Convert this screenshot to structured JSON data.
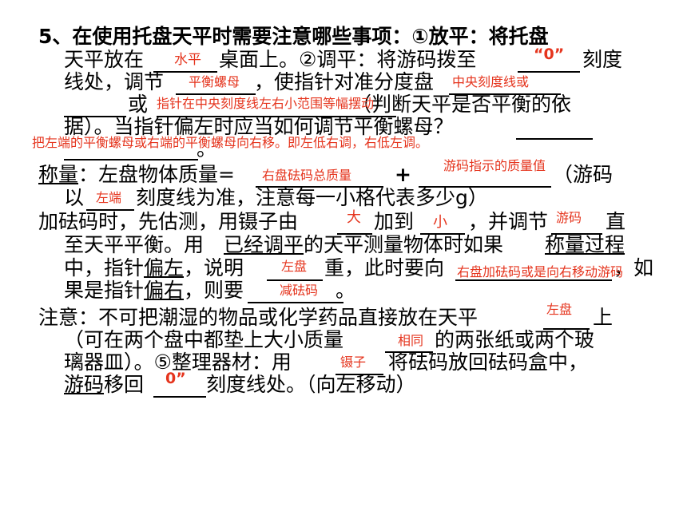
{
  "lines": {
    "l1": "5、在使用托盘天平时需要注意哪些事项：①放平：将托盘",
    "l2a": "天平放在",
    "l2b": "桌面上。②调平：将游码拨至",
    "l2c": "刻度",
    "l3a": "线处，调节",
    "l3b": "，使指针对准分度盘",
    "l4a": "或",
    "l4b": "（判断天平是否平衡的依",
    "l5": "据）。当指针偏左时应当如何调节平衡螺母？",
    "l6": "。",
    "l7a": "称量",
    "l7b": "：左盘物体质量=",
    "l7c": "+",
    "l7d": "（游码",
    "l8a": "以",
    "l8b": "刻度线为准，注意每一小格代表多少g）",
    "l9a": "加砝码时，先估测，用镊子由",
    "l9b": "加到",
    "l9c": "，并调节",
    "l9d": "直",
    "l10a": "至天平平衡。用",
    "l10b": "已经调平",
    "l10c": "的天平测量物体时如果",
    "l10d": "称量过程",
    "l11a": "中，指针",
    "l11b": "偏左",
    "l11c": "，说明",
    "l11d": "重，此时要向",
    "l11e": "，如",
    "l12a": "果是指针",
    "l12b": "偏右",
    "l12c": "，则要",
    "l12d": "。",
    "l13a": "注意：不可把潮湿的物品或化学药品直接放在天平",
    "l13b": "上",
    "l14a": "（可在两个盘中都垫上大小质量",
    "l14b": "的两张纸或两个玻",
    "l15a": "璃器皿）。⑤整理器材：用",
    "l15b": "将砝码放回砝码盒中，",
    "l16a": "游码",
    "l16b": "移回",
    "l16c": "刻度线处。（向左移动）"
  },
  "answers": {
    "a1": "水平",
    "a2": "“0”",
    "a3": "平衡螺母",
    "a4": "中央刻度线或",
    "a5": "指针在中央刻度线左右小范围等幅摆动",
    "a6": "把左端的平衡螺母或右端的平衡螺母向右移。即左低右调，右低左调。",
    "a7": "游码指示的质量值",
    "a8": "右盘砝码总质量",
    "a9": "左端",
    "a10": "大",
    "a11": "小",
    "a12": "游码",
    "a13": "左盘",
    "a14": "右盘加砝码或是向右移动游码",
    "a15": "减砝码",
    "a16": "左盘",
    "a17": "相同",
    "a18": "镊子",
    "a19": "0”"
  },
  "colors": {
    "answer": "#e5341d",
    "text": "#000000"
  }
}
